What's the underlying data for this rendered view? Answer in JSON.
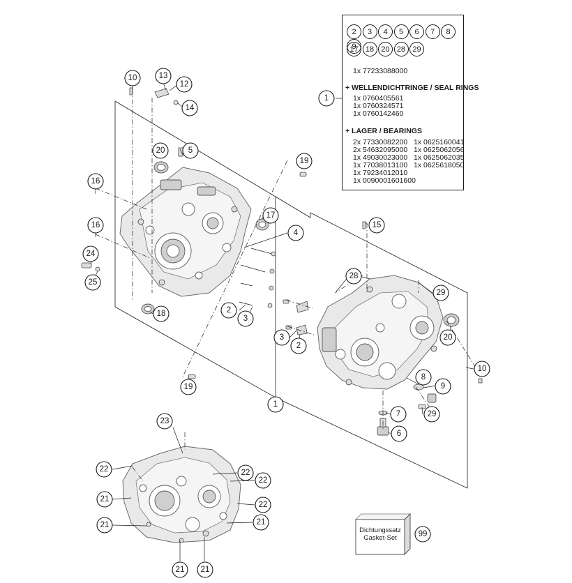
{
  "kit": {
    "row1": [
      "2",
      "3",
      "4",
      "5",
      "6",
      "7",
      "8",
      "9"
    ],
    "row2": [
      "17",
      "18",
      "20",
      "28",
      "29"
    ],
    "base_part": "1x 77233088000",
    "seal_header": "+ WELLENDICHTRINGE / SEAL RINGS",
    "seal_items": [
      "1x 0760405561",
      "1x 0760324571",
      "1x 0760142460"
    ],
    "bearing_header": "+ LAGER / BEARINGS",
    "bearing_left": [
      "2x 77330082200",
      "2x 54632095000",
      "1x 49030023000",
      "1x 77038013100",
      "1x 79234012010",
      "1x 0090001601600"
    ],
    "bearing_right": [
      "1x 0625160041",
      "1x 0625062056",
      "1x 0625062035",
      "1x 0625618050"
    ]
  },
  "gasket": {
    "line1": "Dichtungssatz",
    "line2": "Gasket-Set",
    "callout": "99"
  },
  "callouts": {
    "c1_box": "1",
    "c10_top": "10",
    "c13": "13",
    "c12": "12",
    "c14": "14",
    "c20_left": "20",
    "c5": "5",
    "c19_top": "19",
    "c16_a": "16",
    "c16_b": "16",
    "c17": "17",
    "c4": "4",
    "c15": "15",
    "c24": "24",
    "c25": "25",
    "c28": "28",
    "c29_top": "29",
    "c18": "18",
    "c2_left": "2",
    "c3_left": "3",
    "c3_right": "3",
    "c2_right": "2",
    "c20_right": "20",
    "c10_right": "10",
    "c8": "8",
    "c9": "9",
    "c19_bottom": "19",
    "c1_main": "1",
    "c7": "7",
    "c29_bottom": "29",
    "c6": "6",
    "c23": "23",
    "c22_a": "22",
    "c22_b": "22",
    "c22_c": "22",
    "c22_d": "22",
    "c21_a": "21",
    "c21_b": "21",
    "c21_c": "21",
    "c21_d": "21",
    "c21_e": "21"
  }
}
